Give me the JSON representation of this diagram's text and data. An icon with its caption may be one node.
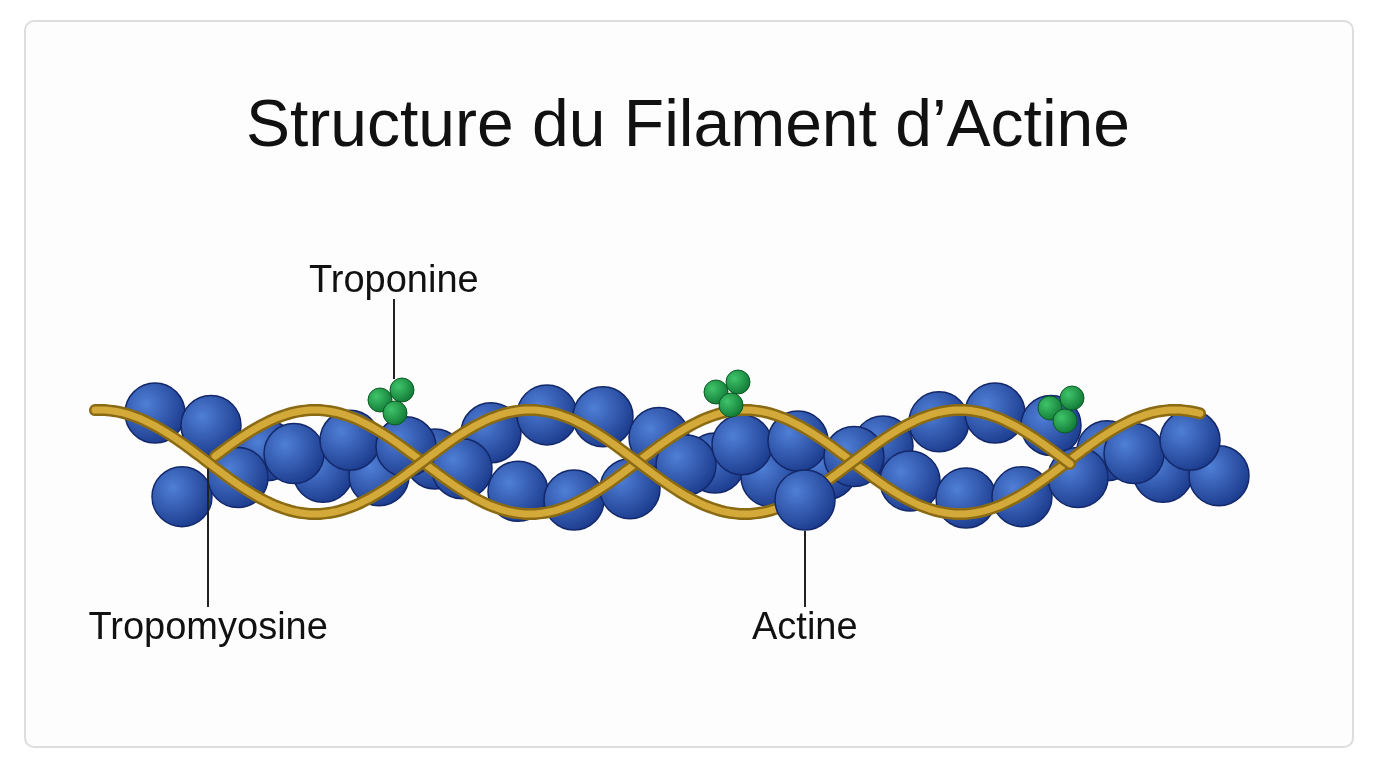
{
  "diagram": {
    "title": "Structure du Filament d’Actine",
    "nodes": [
      {
        "text": [
          "Troponine"
        ]
      },
      {
        "text": [],
        "shape": "picture"
      },
      {
        "text": [
          "Tropomyosine"
        ]
      },
      {
        "text": [],
        "shape": "picture"
      },
      {
        "text": [
          "Actine"
        ]
      },
      {
        "text": [],
        "shape": "picture"
      }
    ],
    "edges": [
      {
        "from": 0,
        "to": 1,
        "arrow": "none"
      },
      {
        "from": 2,
        "to": 3,
        "arrow": "none"
      },
      {
        "from": 4,
        "to": 5,
        "arrow": "none"
      }
    ]
  }
}
